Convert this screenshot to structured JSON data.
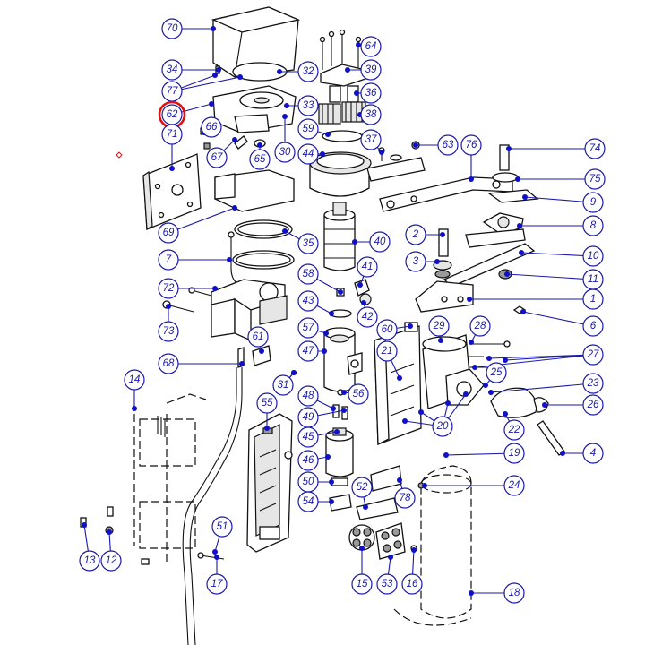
{
  "diagram": {
    "highlighted_callout": "62",
    "callouts": [
      "70",
      "34",
      "77",
      "32",
      "62",
      "33",
      "66",
      "71",
      "67",
      "65",
      "30",
      "64",
      "39",
      "36",
      "38",
      "59",
      "37",
      "44",
      "63",
      "76",
      "74",
      "75",
      "9",
      "8",
      "69",
      "35",
      "40",
      "2",
      "3",
      "10",
      "11",
      "7",
      "58",
      "41",
      "1",
      "72",
      "43",
      "42",
      "6",
      "73",
      "57",
      "60",
      "29",
      "28",
      "61",
      "47",
      "21",
      "27",
      "68",
      "31",
      "25",
      "14",
      "48",
      "56",
      "23",
      "49",
      "22",
      "26",
      "55",
      "45",
      "20",
      "19",
      "4",
      "46",
      "50",
      "52",
      "24",
      "78",
      "54",
      "51",
      "17",
      "13",
      "12",
      "15",
      "53",
      "16",
      "18"
    ]
  },
  "colors": {
    "callout": "#1a1aa8",
    "leader_dot": "#1010c8",
    "highlight": "#e01010",
    "line": "#111111"
  }
}
